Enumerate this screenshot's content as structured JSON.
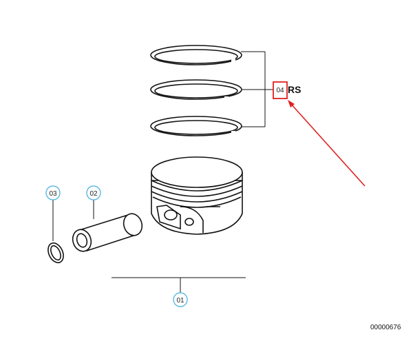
{
  "diagram": {
    "callouts": {
      "c01": "01",
      "c02": "02",
      "c03": "03",
      "c04": "04"
    },
    "ring_suffix": "RS",
    "document_number": "00000676",
    "colors": {
      "callout_circle": "#5bb8e0",
      "highlight": "#e02020",
      "ink": "#111111"
    }
  }
}
